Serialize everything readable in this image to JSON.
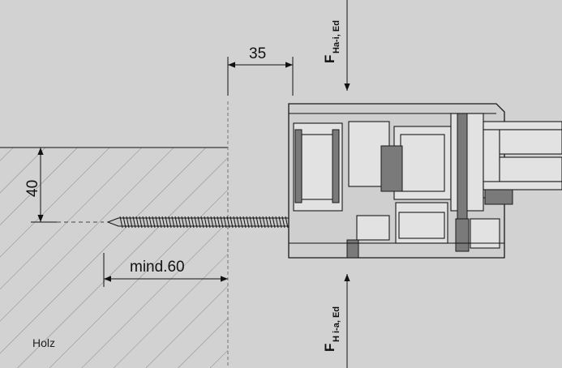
{
  "dimensions": {
    "width_35": "35",
    "height_40": "40",
    "depth_min": "mind.60"
  },
  "forces": {
    "top": {
      "main": "F",
      "sub": "Ha-i, Ed"
    },
    "bottom": {
      "main": "F",
      "sub": "H i-a, Ed"
    }
  },
  "material_label": "Holz",
  "colors": {
    "background": "#d2d2d2",
    "hatch": "#8a8a8a",
    "profile": "#cfcfcf",
    "gasket": "#7a7a7a"
  }
}
